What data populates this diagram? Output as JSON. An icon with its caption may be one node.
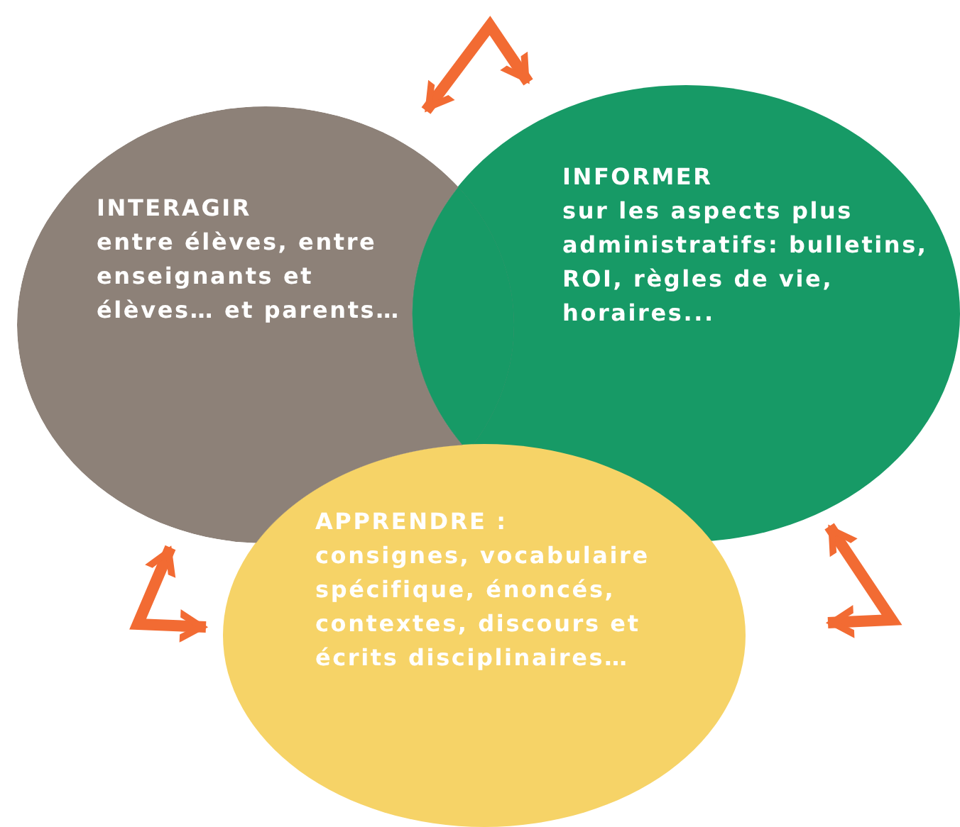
{
  "diagram": {
    "nodes": [
      {
        "text": [
          "INTERAGIR",
          "entre élèves, entre enseignants et élèves… et parents…"
        ]
      },
      {
        "text": [
          "INFORMER",
          "sur les aspects plus administratifs: bulletins, ROI, règles de vie, horaires..."
        ]
      },
      {
        "text": [
          "APPRENDRE :",
          "consignes, vocabulaire spécifique, énoncés, contextes, discours et écrits disciplinaires…"
        ]
      }
    ],
    "edges": [
      {
        "from": 0,
        "to": 1,
        "arrow": "both"
      },
      {
        "from": 0,
        "to": 2,
        "arrow": "both"
      },
      {
        "from": 1,
        "to": 2,
        "arrow": "both"
      }
    ]
  }
}
